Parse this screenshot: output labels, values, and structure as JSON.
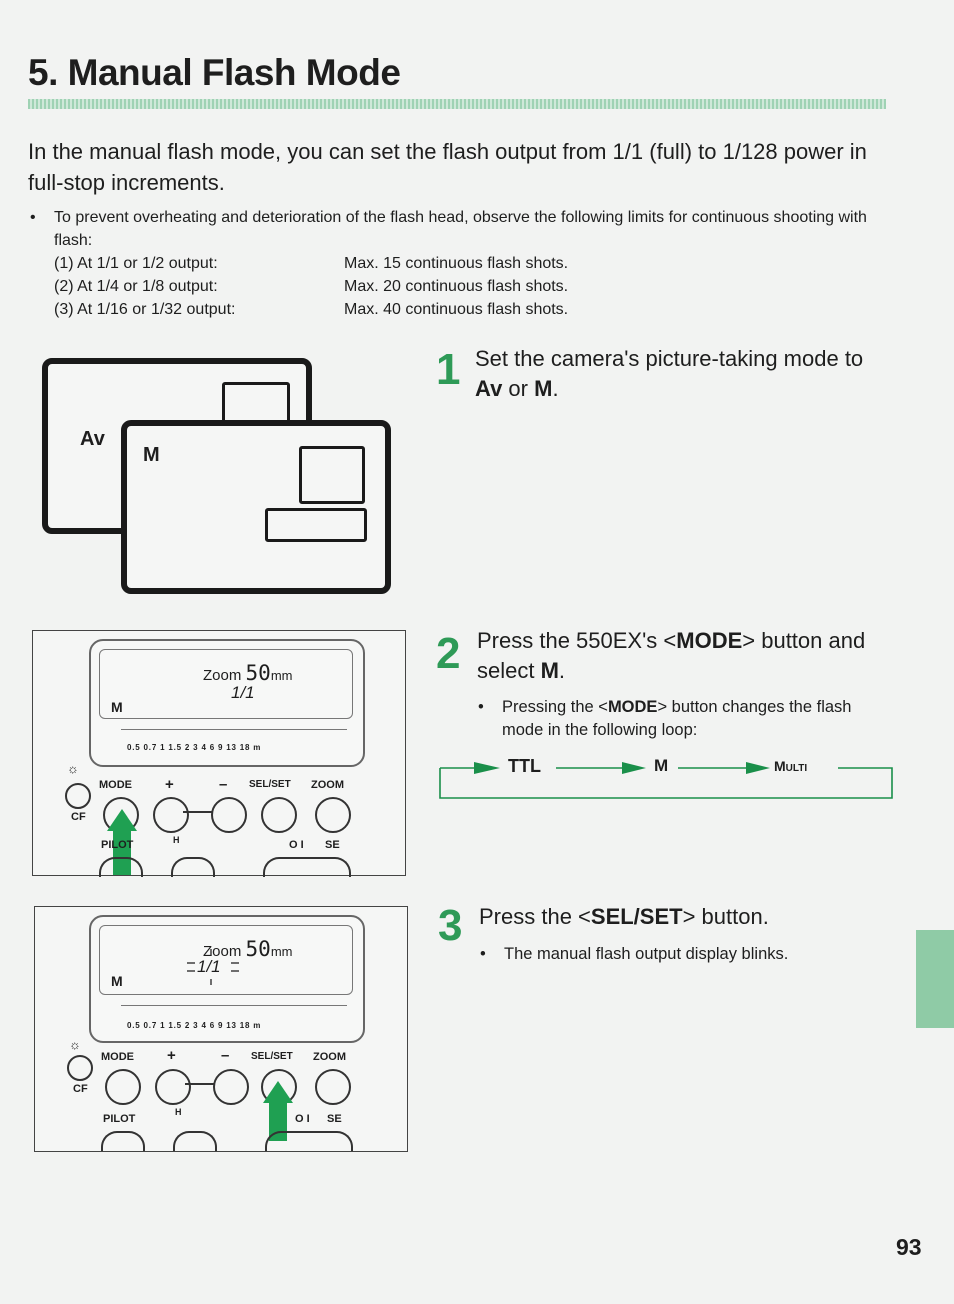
{
  "title": "5. Manual Flash Mode",
  "intro": "In the manual flash mode, you can set the flash output from 1/1 (full) to 1/128 power in full-stop increments.",
  "note": {
    "bullet": "•",
    "text": "To prevent overheating and deterioration of the flash head, observe the following limits for continuous shooting with flash:",
    "limits": [
      {
        "output": "(1) At 1/1 or 1/2 output:",
        "max": "Max. 15 continuous flash shots."
      },
      {
        "output": "(2) At 1/4 or 1/8 output:",
        "max": "Max. 20 continuous flash shots."
      },
      {
        "output": "(3) At 1/16 or 1/32 output:",
        "max": "Max. 40 continuous flash shots."
      }
    ]
  },
  "steps": [
    {
      "number": "1",
      "text_before": "Set the camera's picture-taking mode to ",
      "av": "Av",
      "or": " or ",
      "m": "M",
      "text_after": "."
    },
    {
      "number": "2",
      "pre": "Press the 550EX's <",
      "bold": "MODE",
      "mid": "> button and select ",
      "m": "M",
      "end": ".",
      "sub_pre": "Pressing the <",
      "sub_bold": "MODE",
      "sub_post": "> button changes the flash mode in the following loop:"
    },
    {
      "number": "3",
      "pre": "Press the <",
      "bold": "SEL/SET",
      "post": "> button.",
      "sub": "The manual flash output display blinks."
    }
  ],
  "loop": {
    "ttl": "TTL",
    "m": "M",
    "multi": "Multi"
  },
  "camera": {
    "back_mode": "Av",
    "front_mode": "M"
  },
  "flash_panel": {
    "zoom_label": "Zoom",
    "zoom_value": "50",
    "zoom_unit": "mm",
    "output": "1/1",
    "mode": "M",
    "scale": "0.5 0.7 1 1.5 2 3 4 6 9 13 18 m",
    "labels": {
      "mode": "MODE",
      "plus": "+",
      "minus": "–",
      "selset": "SEL/SET",
      "zoom": "ZOOM",
      "cf": "CF",
      "pilot": "PILOT",
      "hsync": "H",
      "se": "SE",
      "onoff": "O I"
    }
  },
  "page_number": "93",
  "colors": {
    "accent_green": "#2e9a57",
    "tab_green": "#8fcba6"
  }
}
